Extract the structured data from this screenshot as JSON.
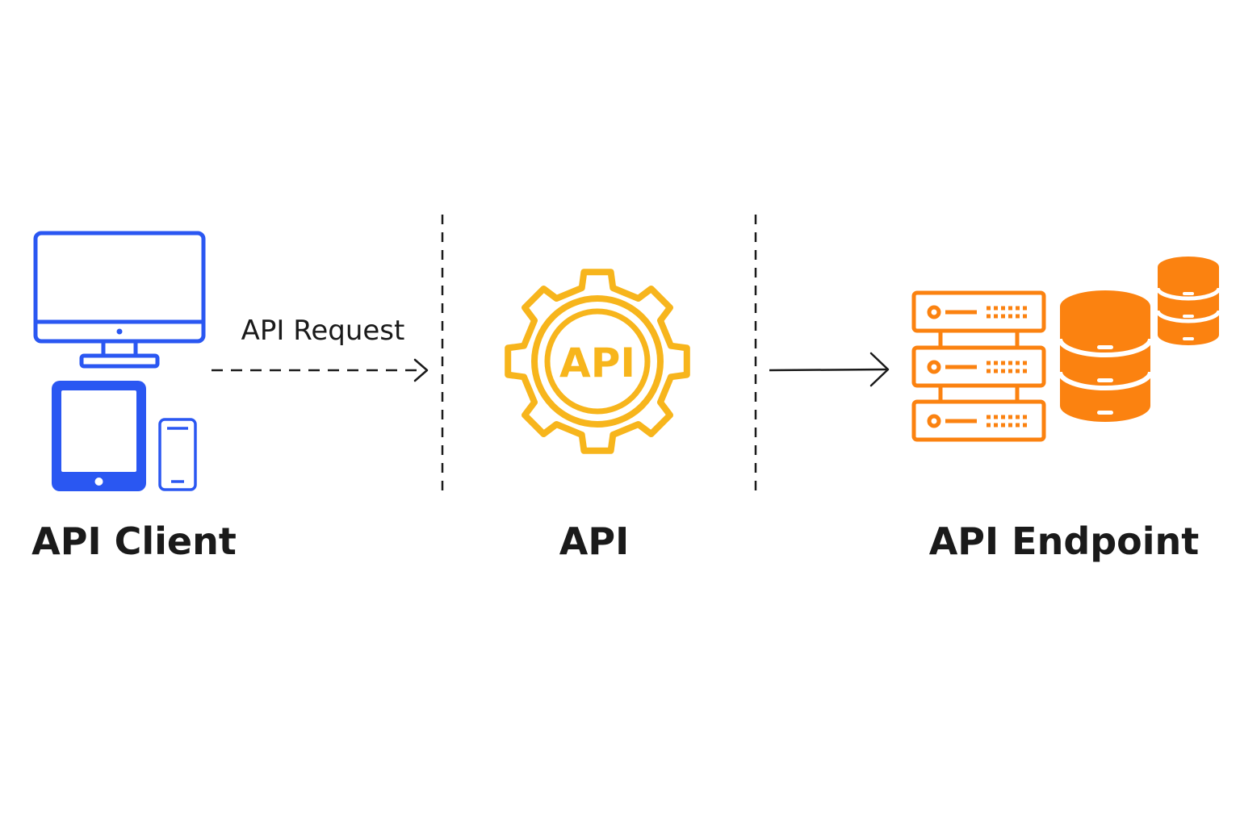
{
  "colors": {
    "background": "#ffffff",
    "client": "#2a57f2",
    "api": "#f7b51c",
    "endpoint": "#fb8210",
    "text": "#1a1a1a",
    "line": "#1a1a1a"
  },
  "nodes": {
    "client": {
      "label": "API Client",
      "icons": [
        "desktop-monitor-icon",
        "tablet-icon",
        "smartphone-icon"
      ]
    },
    "api": {
      "label": "API",
      "badge": "API",
      "icons": [
        "gear-icon"
      ]
    },
    "endpoint": {
      "label": "API Endpoint",
      "icons": [
        "server-rack-icon",
        "database-icon"
      ]
    }
  },
  "edges": [
    {
      "from": "client",
      "to": "api",
      "label": "API Request",
      "style": "dashed"
    },
    {
      "from": "api",
      "to": "endpoint",
      "label": "",
      "style": "solid"
    }
  ],
  "dividers": 2
}
